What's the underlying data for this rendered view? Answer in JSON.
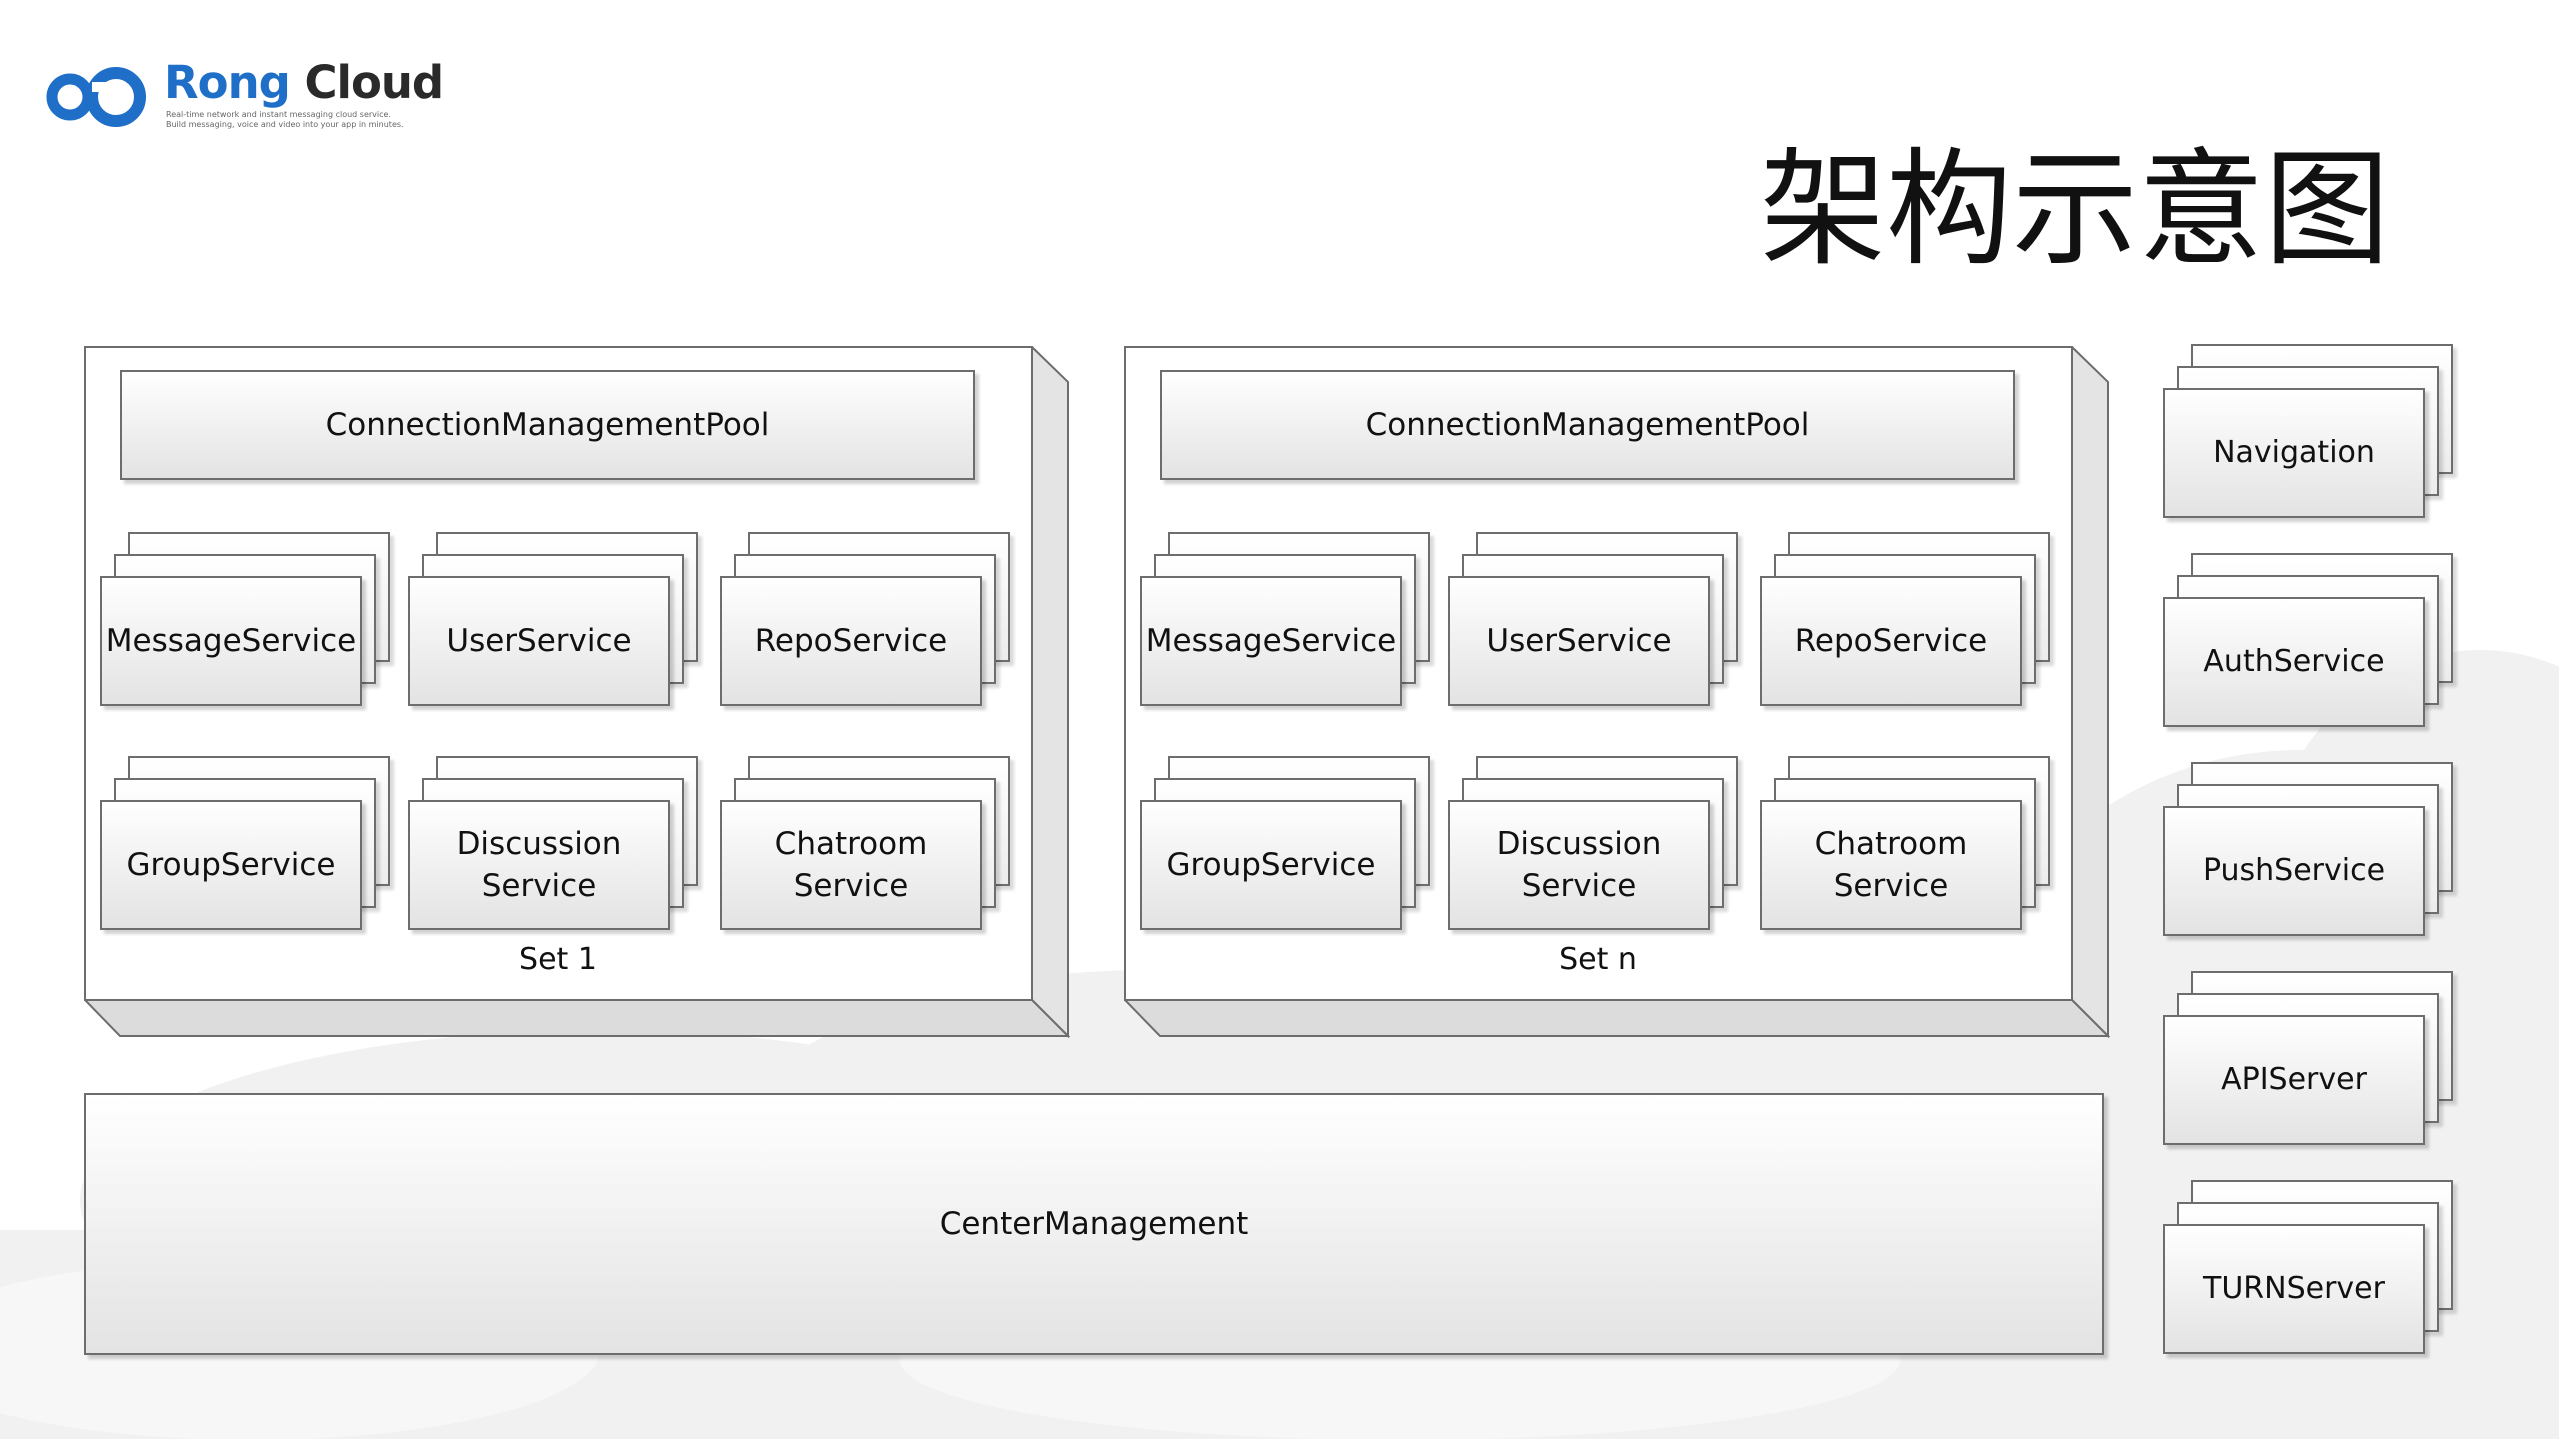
{
  "logo": {
    "brand_first": "Rong",
    "brand_second": " Cloud",
    "tagline_line1": "Real-time network and instant messaging cloud service.",
    "tagline_line2": "Build messaging, voice and video into your app in minutes."
  },
  "title": "架构示意图",
  "sets": [
    {
      "label": "Set 1",
      "pool": "ConnectionManagementPool",
      "services": [
        {
          "line1": "MessageService",
          "line2": ""
        },
        {
          "line1": "UserService",
          "line2": ""
        },
        {
          "line1": "RepoService",
          "line2": ""
        },
        {
          "line1": "GroupService",
          "line2": ""
        },
        {
          "line1": "Discussion",
          "line2": "Service"
        },
        {
          "line1": "Chatroom",
          "line2": "Service"
        }
      ]
    },
    {
      "label": "Set n",
      "pool": "ConnectionManagementPool",
      "services": [
        {
          "line1": "MessageService",
          "line2": ""
        },
        {
          "line1": "UserService",
          "line2": ""
        },
        {
          "line1": "RepoService",
          "line2": ""
        },
        {
          "line1": "GroupService",
          "line2": ""
        },
        {
          "line1": "Discussion",
          "line2": "Service"
        },
        {
          "line1": "Chatroom",
          "line2": "Service"
        }
      ]
    }
  ],
  "center": "CenterManagement",
  "side_services": [
    "Navigation",
    "AuthService",
    "PushService",
    "APIServer",
    "TURNServer"
  ],
  "colors": {
    "border": "#6d6d6d",
    "brand_blue": "#1f6fc8",
    "text": "#111111",
    "cloud_bg": "#f0f0f0"
  }
}
